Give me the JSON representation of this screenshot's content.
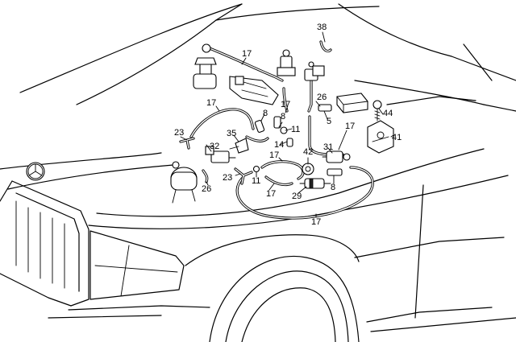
{
  "callouts": [
    {
      "id": "c38",
      "text": "38"
    },
    {
      "id": "c17a",
      "text": "17"
    },
    {
      "id": "c17b",
      "text": "17"
    },
    {
      "id": "c17c",
      "text": "17"
    },
    {
      "id": "c26a",
      "text": "26"
    },
    {
      "id": "c5",
      "text": "5"
    },
    {
      "id": "c8a",
      "text": "8"
    },
    {
      "id": "c8b",
      "text": "8"
    },
    {
      "id": "c11a",
      "text": "11"
    },
    {
      "id": "c23a",
      "text": "23"
    },
    {
      "id": "c35",
      "text": "35"
    },
    {
      "id": "c14",
      "text": "14"
    },
    {
      "id": "c17d",
      "text": "17"
    },
    {
      "id": "c17e",
      "text": "17"
    },
    {
      "id": "c31",
      "text": "31"
    },
    {
      "id": "c44",
      "text": "44"
    },
    {
      "id": "c41",
      "text": "41"
    },
    {
      "id": "c32",
      "text": "32"
    },
    {
      "id": "c42",
      "text": "42"
    },
    {
      "id": "c23b",
      "text": "23"
    },
    {
      "id": "c11b",
      "text": "11"
    },
    {
      "id": "c26b",
      "text": "26"
    },
    {
      "id": "c17f",
      "text": "17"
    },
    {
      "id": "c29",
      "text": "29"
    },
    {
      "id": "c8c",
      "text": "8"
    },
    {
      "id": "c17g",
      "text": "17"
    }
  ]
}
